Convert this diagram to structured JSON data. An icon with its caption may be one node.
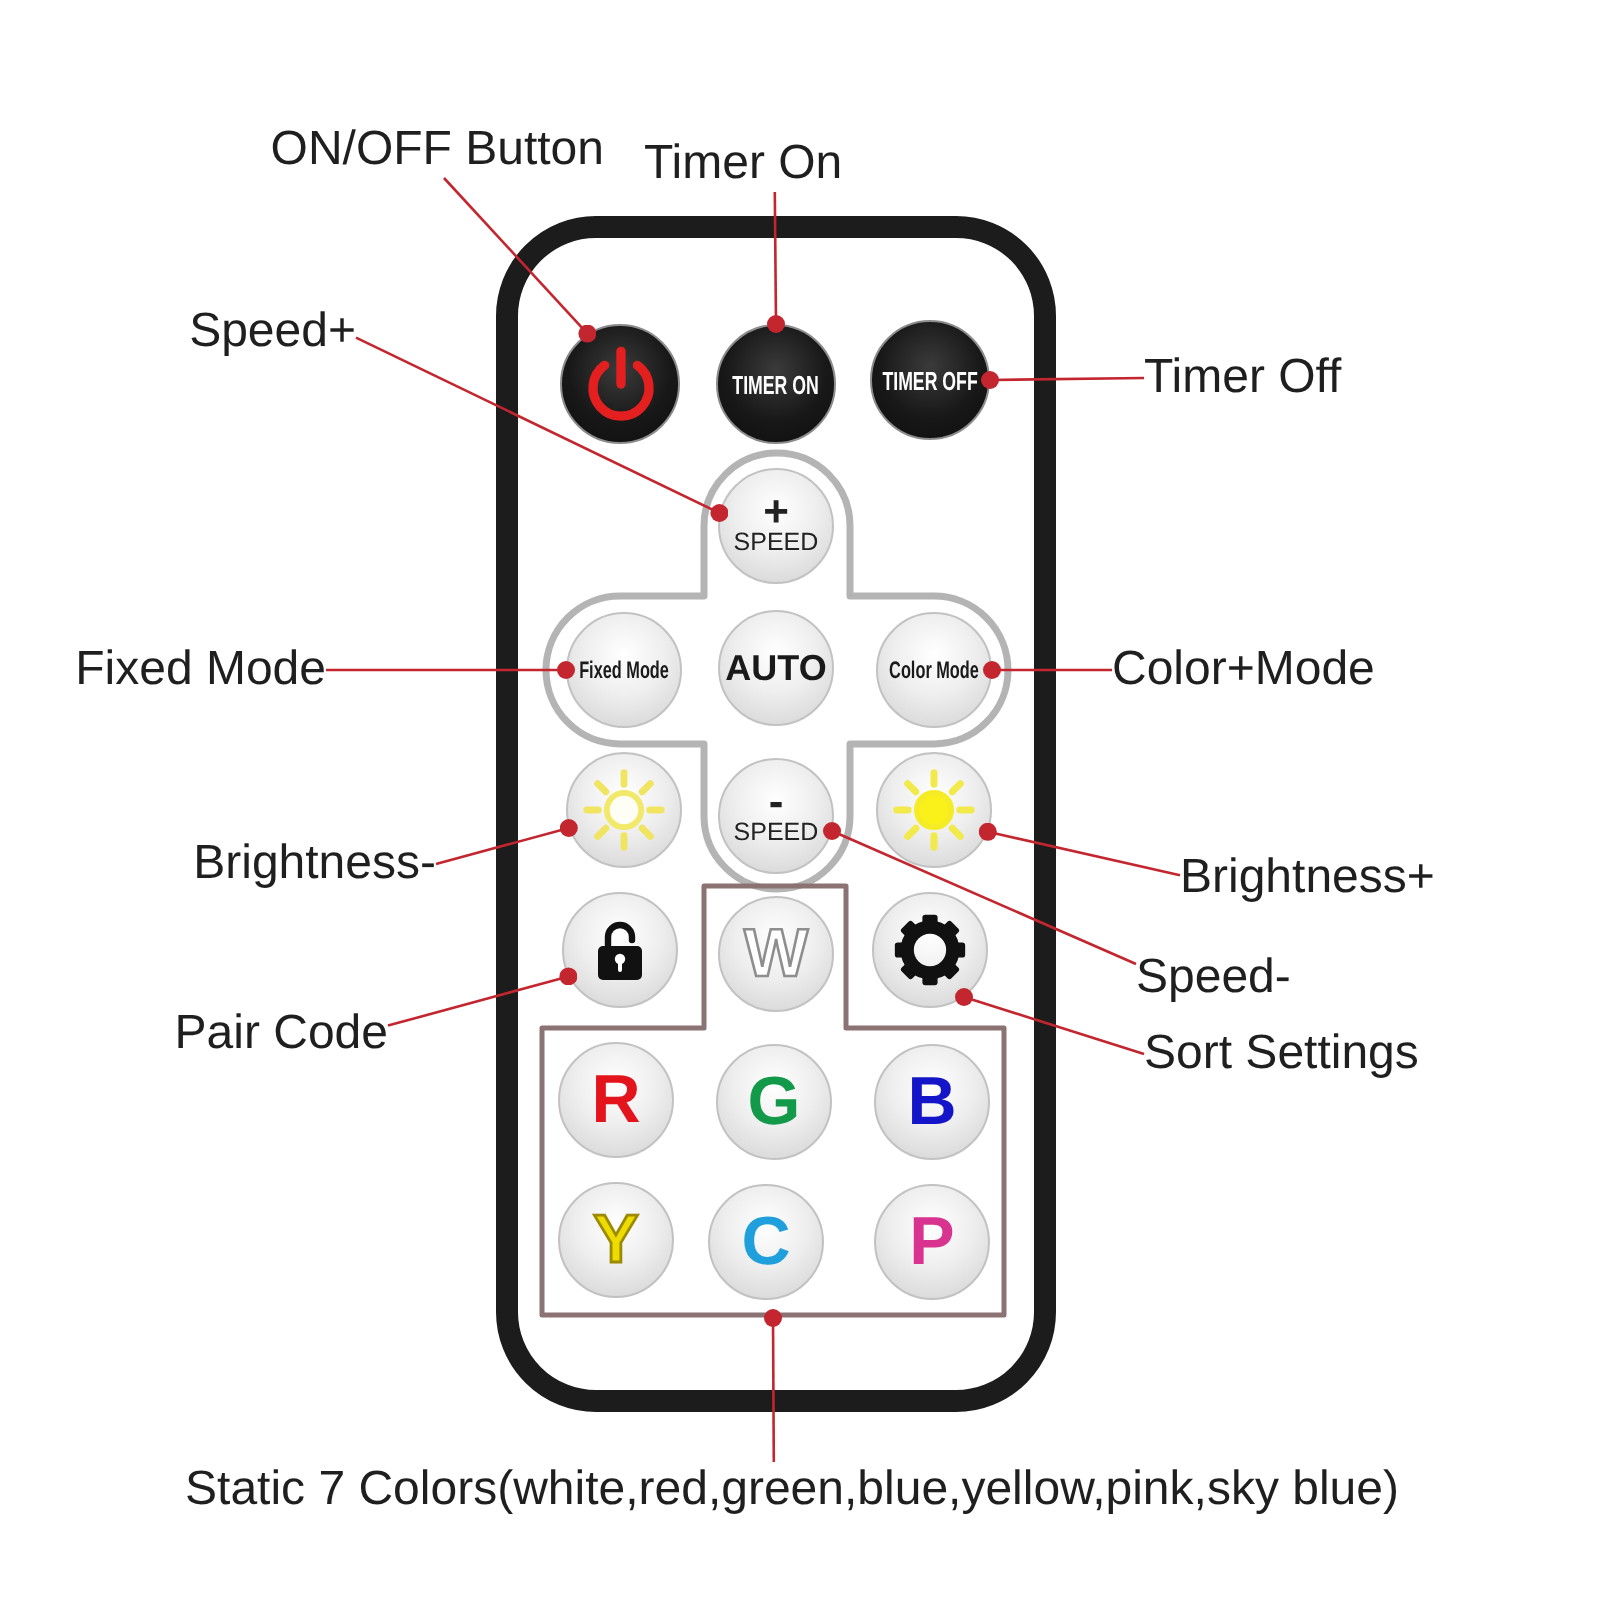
{
  "diagram": {
    "nodes": [
      {
        "text": [
          "ON/OFF Button"
        ]
      },
      {
        "text": [
          "Timer On"
        ]
      },
      {
        "text": [],
        "shape": "box"
      },
      {
        "text": [],
        "shape": "circle",
        "in": 2
      },
      {
        "text": [
          "TIMER ON"
        ],
        "in": 2
      },
      {
        "text": [
          "TIMER OFF"
        ],
        "in": 2
      },
      {
        "text": [
          "Timer Off"
        ]
      },
      {
        "text": [
          "Speed+"
        ]
      },
      {
        "text": [],
        "shape": "cross",
        "in": 2
      },
      {
        "text": [
          "+",
          "SPEED"
        ],
        "in": 8
      },
      {
        "text": [
          "Fixed Mode"
        ]
      },
      {
        "text": [
          "Fixed Mode"
        ],
        "in": 8
      },
      {
        "text": [
          "AUTO"
        ],
        "in": 8
      },
      {
        "text": [
          "Color Mode"
        ],
        "in": 8
      },
      {
        "text": [
          "Color+Mode"
        ]
      },
      {
        "text": [],
        "shape": "circle",
        "in": 2
      },
      {
        "text": [
          "-",
          "SPEED"
        ],
        "in": 8
      },
      {
        "text": [],
        "shape": "circle",
        "in": 2
      },
      {
        "text": [
          "Brightness-"
        ]
      },
      {
        "text": [
          "Brightness+"
        ]
      },
      {
        "text": [],
        "shape": "circle",
        "in": 2
      },
      {
        "text": [],
        "shape": "box",
        "in": 2
      },
      {
        "text": [
          "W"
        ],
        "in": 21
      },
      {
        "text": [],
        "shape": "circle",
        "in": 2
      },
      {
        "text": [
          "Speed-"
        ]
      },
      {
        "text": [
          "Pair Code"
        ]
      },
      {
        "text": [
          "Sort Settings"
        ]
      },
      {
        "text": [
          "R"
        ],
        "in": 21
      },
      {
        "text": [
          "G"
        ],
        "in": 21
      },
      {
        "text": [
          "B"
        ],
        "in": 21
      },
      {
        "text": [
          "Y"
        ],
        "in": 21
      },
      {
        "text": [
          "C"
        ],
        "in": 21
      },
      {
        "text": [
          "P"
        ],
        "in": 21
      },
      {
        "text": [
          "Static 7 Colors(white,red,green,blue,yellow,pink,sky blue)"
        ]
      }
    ],
    "edges": [
      {
        "from": 0,
        "to": 3,
        "arrow": "other"
      },
      {
        "from": 1,
        "to": 4,
        "arrow": "other"
      },
      {
        "from": 6,
        "to": 5,
        "arrow": "other"
      },
      {
        "from": 7,
        "to": 9,
        "arrow": "other"
      },
      {
        "from": 10,
        "to": 11,
        "arrow": "other"
      },
      {
        "from": 14,
        "to": 13,
        "arrow": "other"
      },
      {
        "from": 18,
        "to": 15,
        "arrow": "other"
      },
      {
        "from": 19,
        "to": 17,
        "arrow": "other"
      },
      {
        "from": 24,
        "to": 16,
        "arrow": "other"
      },
      {
        "from": 25,
        "to": 20,
        "arrow": "other"
      },
      {
        "from": 26,
        "to": 23,
        "arrow": "other"
      },
      {
        "from": 33,
        "to": 21,
        "arrow": "other"
      }
    ]
  }
}
